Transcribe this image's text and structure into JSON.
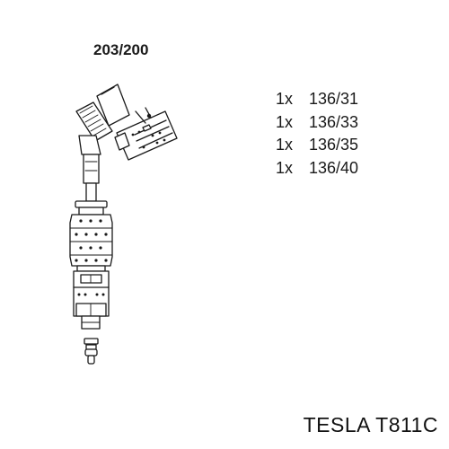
{
  "diagram": {
    "part_number": "203/200",
    "items": [
      {
        "qty": "1x",
        "code": "136/31"
      },
      {
        "qty": "1x",
        "code": "136/33"
      },
      {
        "qty": "1x",
        "code": "136/35"
      },
      {
        "qty": "1x",
        "code": "136/40"
      }
    ]
  },
  "brand": "TESLA T811C"
}
